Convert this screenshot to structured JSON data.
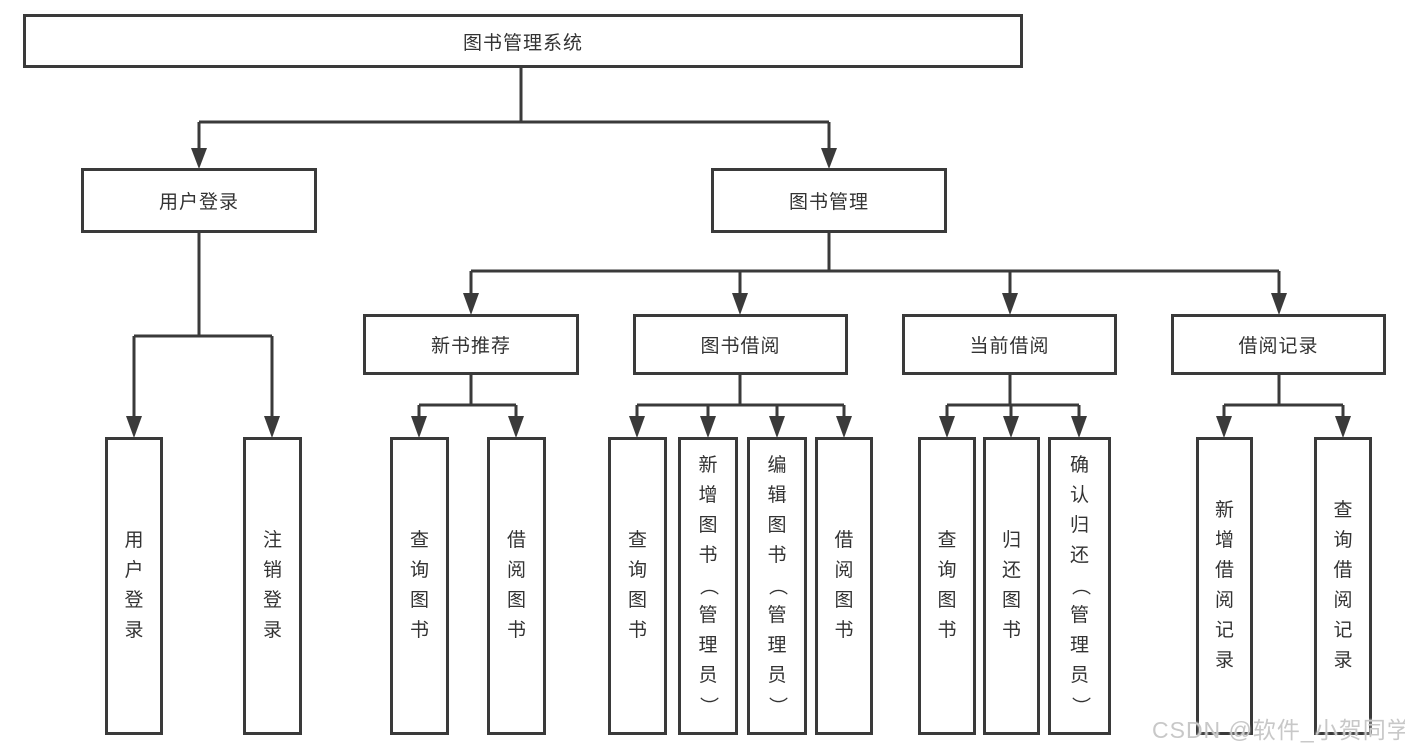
{
  "diagram_title": "图书管理系统",
  "colors": {
    "line": "#3a3a3a",
    "text": "#333333",
    "box_background": "#ffffff",
    "watermark": "#c8c8c8"
  },
  "tree": {
    "root": "图书管理系统",
    "branches": [
      {
        "label": "用户登录",
        "children": [
          "用户登录",
          "注销登录"
        ]
      },
      {
        "label": "图书管理",
        "groups": [
          {
            "label": "新书推荐",
            "children": [
              "查询图书",
              "借阅图书"
            ]
          },
          {
            "label": "图书借阅",
            "children": [
              "查询图书",
              "新增图书（管理员）",
              "编辑图书（管理员）",
              "借阅图书"
            ]
          },
          {
            "label": "当前借阅",
            "children": [
              "查询图书",
              "归还图书",
              "确认归还（管理员）"
            ]
          },
          {
            "label": "借阅记录",
            "children": [
              "新增借阅记录",
              "查询借阅记录"
            ]
          }
        ]
      }
    ]
  },
  "watermark": "CSDN @软件_小贺同学"
}
